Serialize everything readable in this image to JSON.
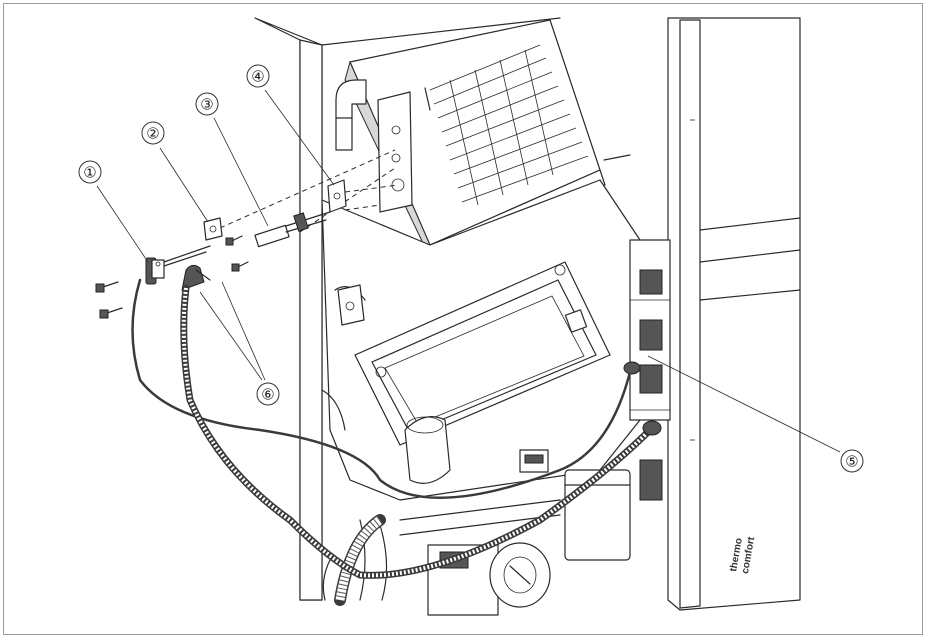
{
  "callouts": [
    {
      "id": "1",
      "label": "①"
    },
    {
      "id": "2",
      "label": "②"
    },
    {
      "id": "3",
      "label": "③"
    },
    {
      "id": "4",
      "label": "④"
    },
    {
      "id": "5",
      "label": "⑤"
    },
    {
      "id": "6",
      "label": "⑥"
    }
  ],
  "brand": {
    "line1": "thermo",
    "line2": "comfort"
  }
}
